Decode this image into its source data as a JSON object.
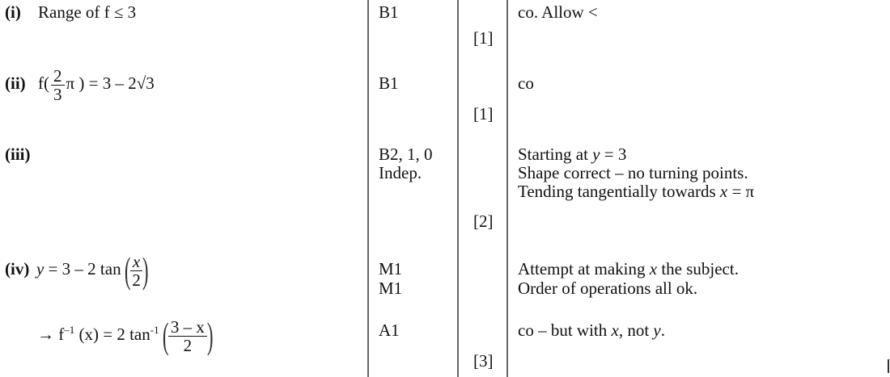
{
  "rows": {
    "i": {
      "label": "(i)",
      "answer": "Range of f ≤ 3",
      "mark": "B1",
      "total": "[1]",
      "guidance": "co. Allow <"
    },
    "ii": {
      "label": "(ii)",
      "answer_pre": "f(",
      "frac_num": "2",
      "frac_den": "3",
      "answer_post": "π ) = 3 – 2√3",
      "mark": "B1",
      "total": "[1]",
      "guidance": "co"
    },
    "iii": {
      "label": "(iii)",
      "marks": [
        "B2, 1, 0",
        "Indep."
      ],
      "total": "[2]",
      "guidance": {
        "l1_pre": "Starting at ",
        "l1_var": "y",
        "l1_post": " = 3",
        "l2": "Shape correct – no turning points.",
        "l3_pre": "Tending tangentially towards ",
        "l3_var": "x",
        "l3_post": " = π"
      }
    },
    "iv": {
      "label": "(iv)",
      "line1_var": "y",
      "line1_mid": " = 3 – 2 tan",
      "line1_num": "x",
      "line1_den": "2",
      "line2_pre": "→ f",
      "line2_sup": "–1",
      "line2_arg": " (x) = 2 tan",
      "line2_sup2": "-1",
      "line2_num": "3 – x",
      "line2_den": "2",
      "marks": [
        "M1",
        "M1",
        "A1"
      ],
      "total": "[3]",
      "guidance": {
        "l1_pre": "Attempt at making ",
        "l1_var": "x",
        "l1_post": " the subject.",
        "l2": "Order of operations all ok.",
        "l3_pre": "co – but with ",
        "l3_var": "x",
        "l3_mid": ", not ",
        "l3_var2": "y",
        "l3_post": "."
      }
    }
  }
}
